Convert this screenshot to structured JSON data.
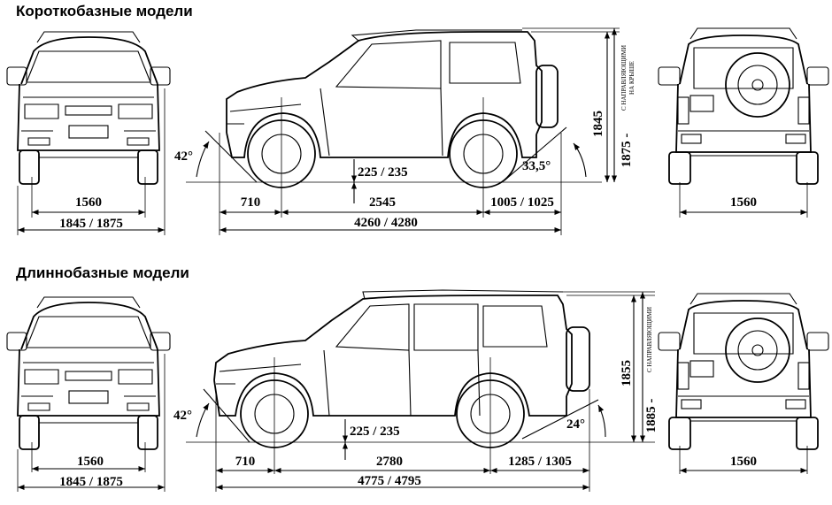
{
  "sections": [
    {
      "heading": "Короткобазные модели",
      "front": {
        "track": "1560",
        "width": "1845 / 1875"
      },
      "side": {
        "approach_angle": "42°",
        "departure_angle": "33,5°",
        "clearance": "225 / 235",
        "front_overhang": "710",
        "wheelbase": "2545",
        "rear_overhang": "1005 / 1025",
        "length": "4260 / 4280",
        "height": "1845",
        "height_rails": "1875 -",
        "rails_note_1": "С НАПРАВЛЯЮЩИМИ",
        "rails_note_2": "НА КРЫШЕ"
      },
      "rear": {
        "track": "1560"
      }
    },
    {
      "heading": "Длиннобазные модели",
      "front": {
        "track": "1560",
        "width": "1845 / 1875"
      },
      "side": {
        "approach_angle": "42°",
        "departure_angle": "24°",
        "clearance": "225 / 235",
        "front_overhang": "710",
        "wheelbase": "2780",
        "rear_overhang": "1285 / 1305",
        "length": "4775 / 4795",
        "height": "1855",
        "height_rails": "1885 -",
        "rails_note_1": "С НАПРАВЛЯЮЩИМИ"
      },
      "rear": {
        "track": "1560"
      }
    }
  ]
}
